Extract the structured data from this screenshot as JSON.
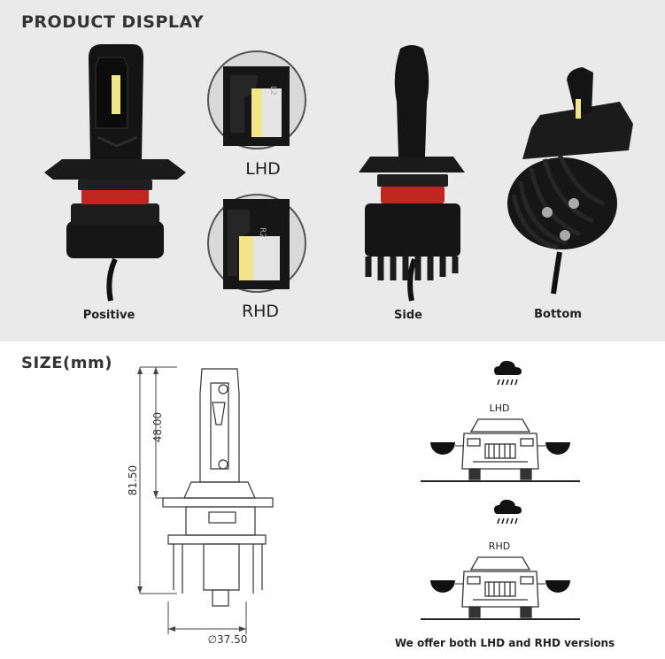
{
  "header": {
    "title": "PRODUCT DISPLAY"
  },
  "views": {
    "positive": "Positive",
    "side": "Side",
    "bottom": "Bottom",
    "lhd": "LHD",
    "rhd": "RHD"
  },
  "size_section": {
    "title": "SIZE(mm)",
    "height_upper": "48.00",
    "height_total": "81.50",
    "diameter": "∅37.50"
  },
  "beam_diagram": {
    "lhd": "LHD",
    "rhd": "RHD",
    "note": "We offer both LHD and RHD versions"
  },
  "icons": [
    "moon-icon",
    "rain-cloud-icon"
  ],
  "colors": {
    "panel_bg": "#eaeaea",
    "bulb_body": "#141414",
    "seal_ring": "#c0281f",
    "led_chip": "#f3e58a"
  }
}
